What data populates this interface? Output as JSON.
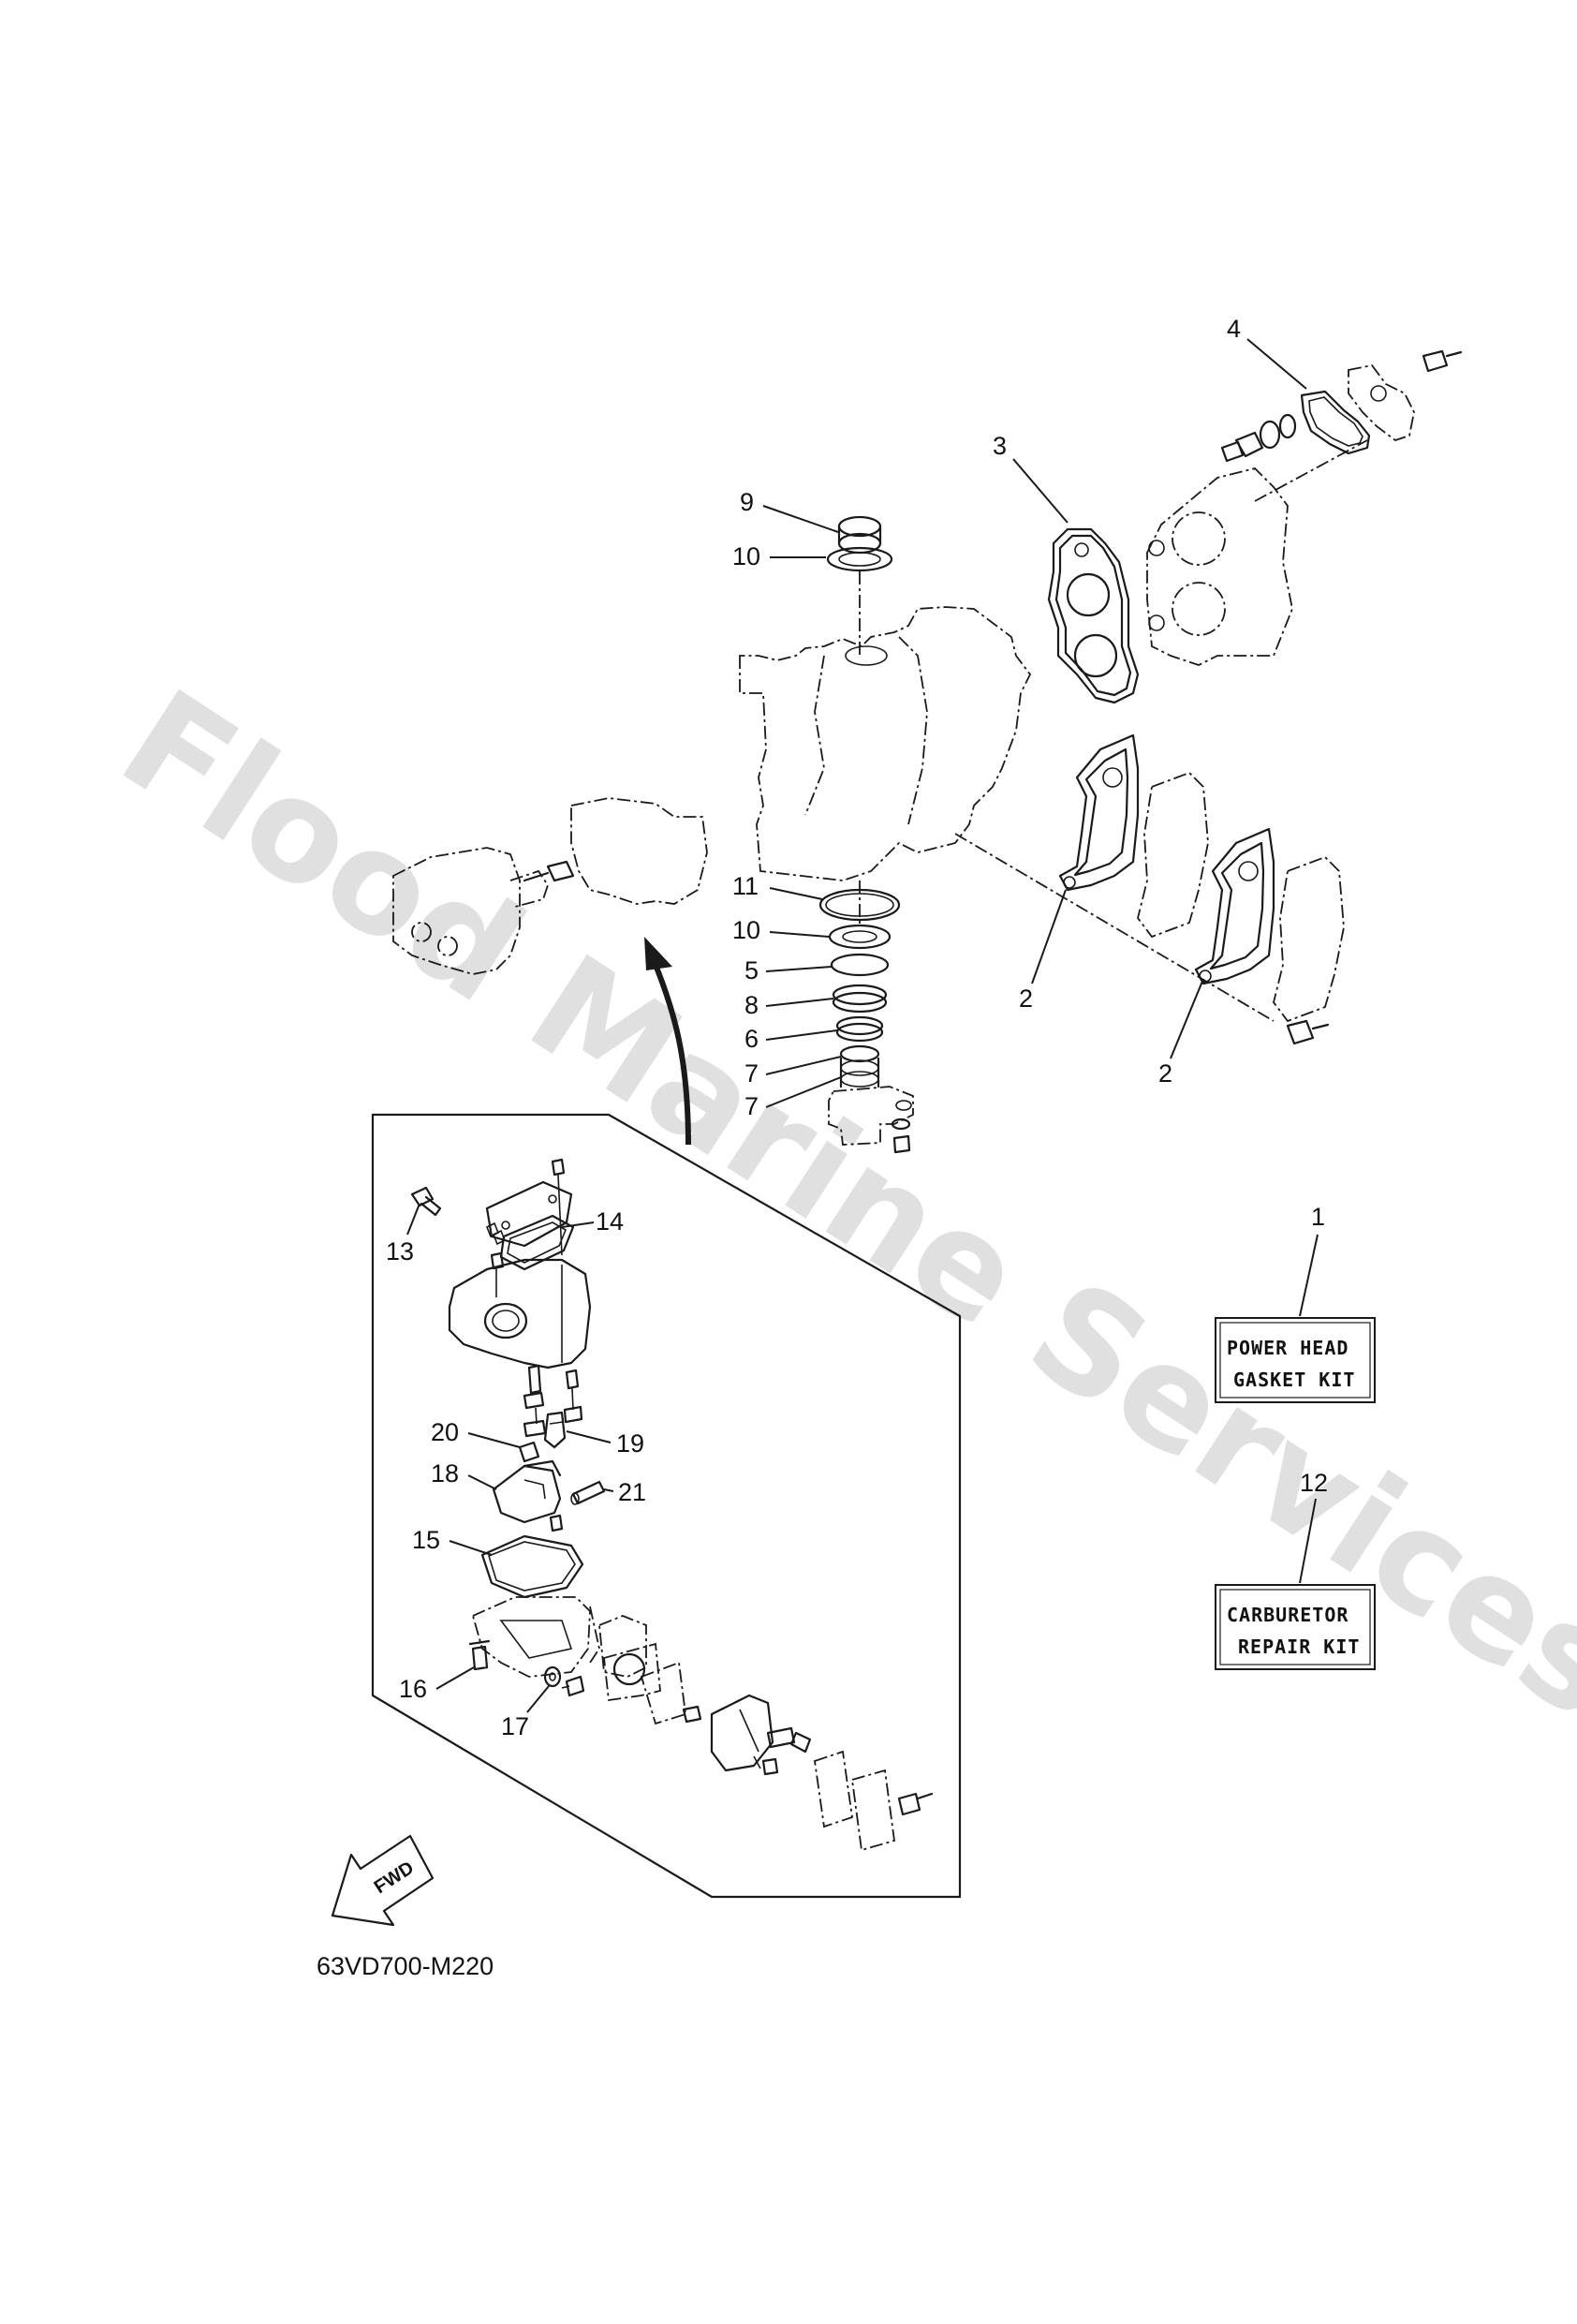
{
  "watermark": "Flood Marine Services",
  "diagram_code": "63VD700-M220",
  "fwd_label": "FWD",
  "kits": {
    "power_head": {
      "ref": "1",
      "line1": "POWER HEAD",
      "line2": "GASKET KIT"
    },
    "carburetor": {
      "ref": "12",
      "line1": "CARBURETOR",
      "line2": "REPAIR KIT"
    }
  },
  "callouts": {
    "c2a": "2",
    "c2b": "2",
    "c3": "3",
    "c4": "4",
    "c5": "5",
    "c6": "6",
    "c7a": "7",
    "c7b": "7",
    "c8": "8",
    "c9": "9",
    "c10a": "10",
    "c10b": "10",
    "c11": "11",
    "c13": "13",
    "c14": "14",
    "c15": "15",
    "c16": "16",
    "c17": "17",
    "c18": "18",
    "c19": "19",
    "c20": "20",
    "c21": "21"
  }
}
